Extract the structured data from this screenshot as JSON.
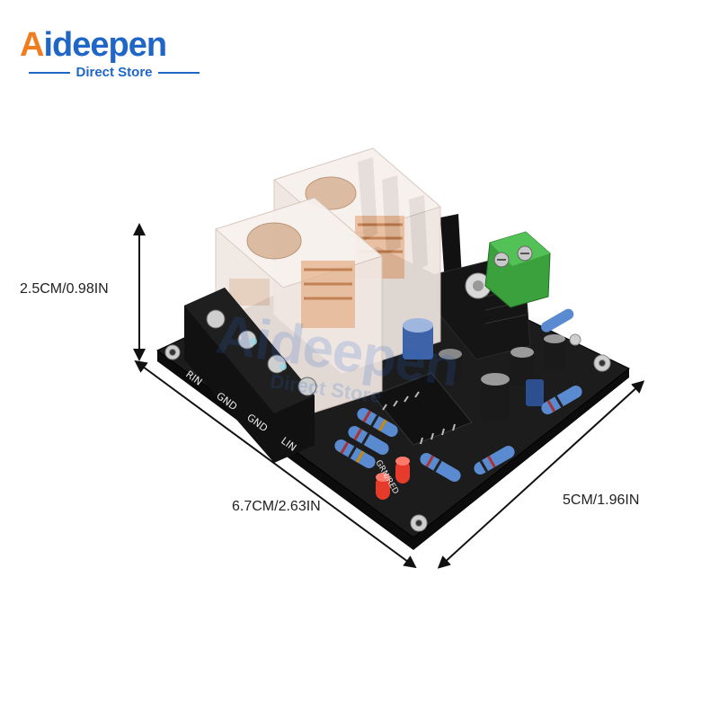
{
  "brand": {
    "name_prefix": "A",
    "name_rest": "ideepen",
    "tagline": "Direct Store"
  },
  "dimensions": {
    "height": "2.5CM/0.98IN",
    "length": "6.7CM/2.63IN",
    "width": "5CM/1.96IN"
  },
  "board_labels": {
    "rin": "RIN",
    "gnd1": "GND",
    "gnd2": "GND",
    "lin": "LIN",
    "grn_red": "GRN/RED"
  },
  "colors": {
    "brand_blue": "#1f66c7",
    "brand_orange": "#f07e1f",
    "pcb": "#1a1a1a",
    "terminal_green": "#3aa13d"
  }
}
